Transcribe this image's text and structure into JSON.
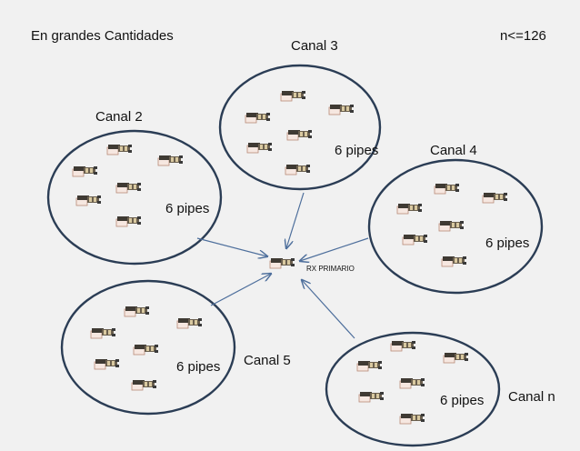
{
  "heading": "En grandes  Cantidades",
  "limit": "n<=126",
  "receiver": {
    "label": "RX PRIMARIO",
    "icon": "radio-module-icon"
  },
  "channels": [
    {
      "name": "Canal 2",
      "pipes": "6 pipes",
      "icon": "radio-module-icon"
    },
    {
      "name": "Canal 3",
      "pipes": "6 pipes",
      "icon": "radio-module-icon"
    },
    {
      "name": "Canal 4",
      "pipes": "6 pipes",
      "icon": "radio-module-icon"
    },
    {
      "name": "Canal 5",
      "pipes": "6 pipes",
      "icon": "radio-module-icon"
    },
    {
      "name": "Canal n",
      "pipes": "6 pipes",
      "icon": "radio-module-icon"
    }
  ],
  "colors": {
    "ring": "#2b3d55",
    "arrow": "#4e6f9c",
    "module_body": "#6a5f4e",
    "module_board": "#c9a08a"
  }
}
